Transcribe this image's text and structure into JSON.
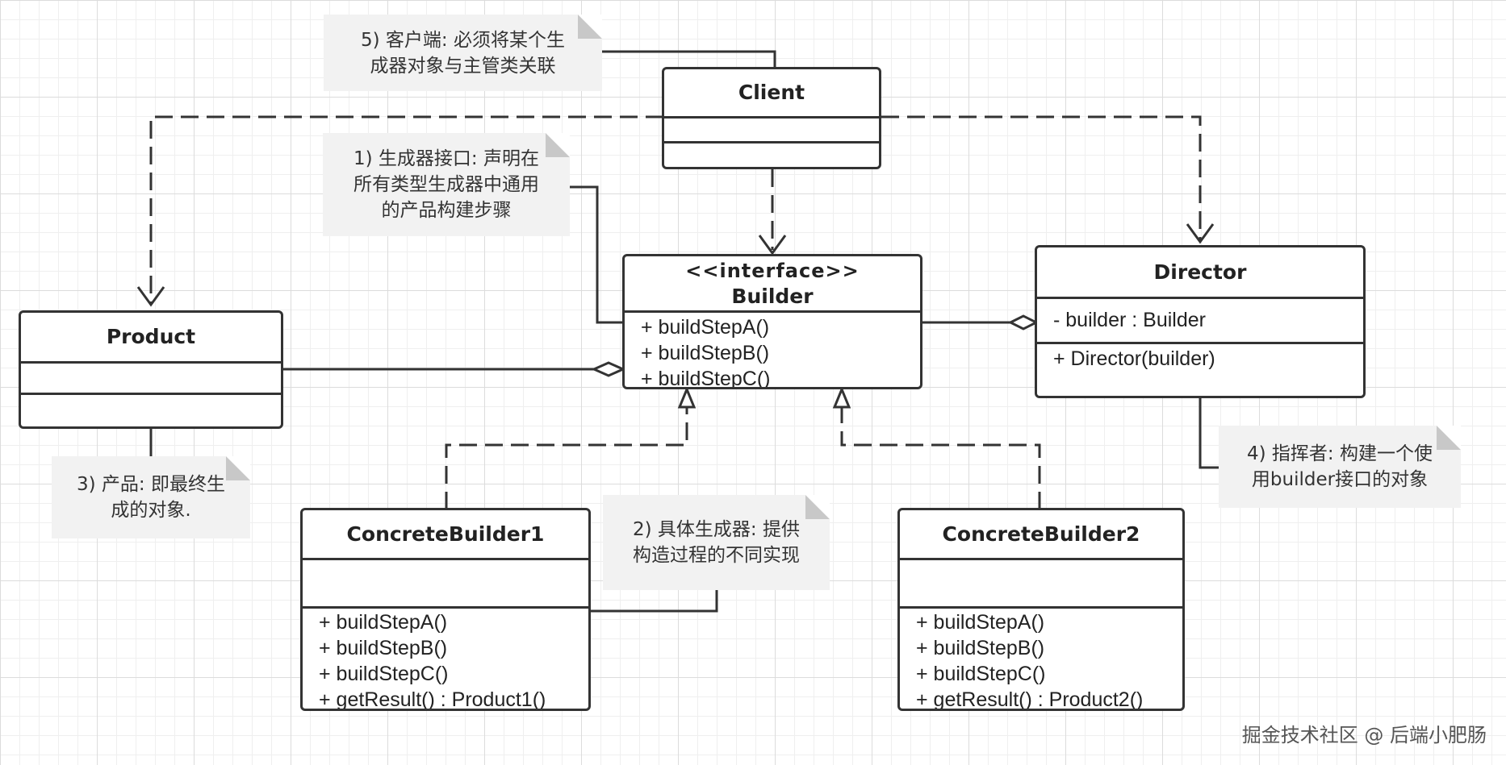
{
  "classes": {
    "client": {
      "name": "Client"
    },
    "builder": {
      "stereotype": "<<interface>>",
      "name": "Builder",
      "methods": [
        "+ buildStepA()",
        "+ buildStepB()",
        "+ buildStepC()"
      ]
    },
    "director": {
      "name": "Director",
      "attributes": [
        "- builder : Builder"
      ],
      "methods": [
        "+ Director(builder)"
      ]
    },
    "product": {
      "name": "Product"
    },
    "concrete1": {
      "name": "ConcreteBuilder1",
      "methods": [
        "+ buildStepA()",
        "+ buildStepB()",
        "+ buildStepC()",
        "+ getResult() : Product1()"
      ]
    },
    "concrete2": {
      "name": "ConcreteBuilder2",
      "methods": [
        "+ buildStepA()",
        "+ buildStepB()",
        "+ buildStepC()",
        "+ getResult() : Product2()"
      ]
    }
  },
  "notes": {
    "client": "5) 客户端: 必须将某个生\n成器对象与主管类关联",
    "builder": "1) 生成器接口: 声明在\n所有类型生成器中通用\n的产品构建步骤",
    "product": "3) 产品: 即最终生\n成的对象.",
    "concrete": "2) 具体生成器: 提供\n构造过程的不同实现",
    "director": "4) 指挥者: 构建一个使\n用builder接口的对象"
  },
  "watermark": "掘金技术社区 @ 后端小肥肠",
  "colors": {
    "stroke": "#333333",
    "note_bg": "#f2f2f2",
    "grid": "#dcdcdc"
  }
}
